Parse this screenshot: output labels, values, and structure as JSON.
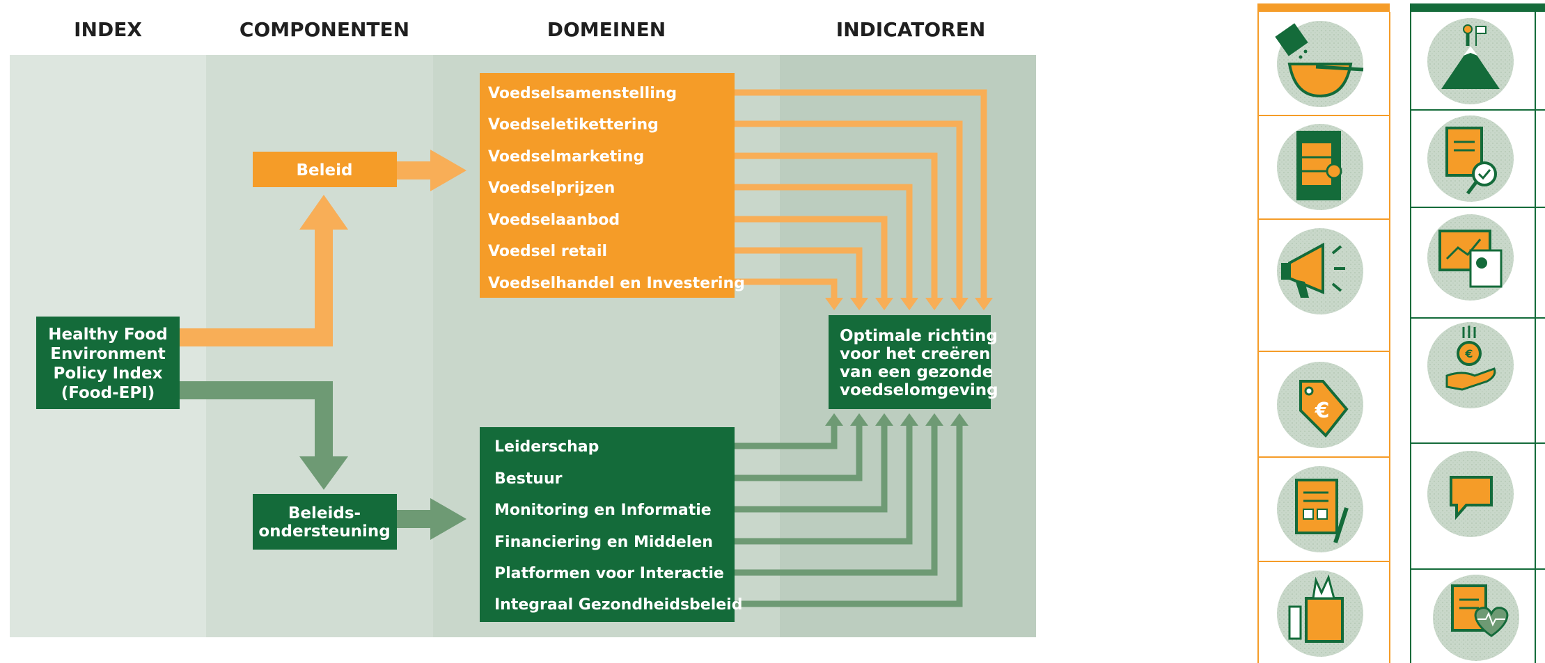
{
  "columns": {
    "index": "INDEX",
    "componenten": "COMPONENTEN",
    "domeinen": "DOMEINEN",
    "indicatoren": "INDICATOREN"
  },
  "index_box": [
    "Healthy Food",
    "Environment",
    "Policy Index",
    "(Food-EPI)"
  ],
  "components": {
    "beleid": "Beleid",
    "beleidsondersteuning": [
      "Beleids-",
      "ondersteuning"
    ]
  },
  "policy_domains": [
    "Voedselsamenstelling",
    "Voedseletikettering",
    "Voedselmarketing",
    "Voedselprijzen",
    "Voedselaanbod",
    "Voedsel retail",
    "Voedselhandel en Investering"
  ],
  "support_domains": [
    "Leiderschap",
    "Bestuur",
    "Monitoring en Informatie",
    "Financiering en Middelen",
    "Platformen voor Interactie",
    "Integraal Gezondheidsbeleid"
  ],
  "outcome_box": [
    "Optimale richting",
    "voor het creëren",
    "van een gezonde",
    "voedselomgeving"
  ],
  "icon_panel": {
    "orange_icons": [
      "food-composition-icon",
      "vending-machine-icon",
      "megaphone-icon",
      "euro-price-tag-icon",
      "checklist-document-icon",
      "grocery-bag-icon"
    ],
    "green_icons": [
      "mountain-leader-icon",
      "document-inspect-icon",
      "monitoring-presentation-icon",
      "coin-hand-icon",
      "speech-bubble-icon",
      "document-heart-icon"
    ]
  },
  "colors": {
    "orange": "#F59C28",
    "orange_light": "#F8AE57",
    "green_dark": "#146B3A",
    "green_mid": "#6E9A74",
    "band1": "#DDE6DF",
    "band2": "#D1DDD3",
    "band3": "#C5D4C8",
    "band4": "#BDCDBF"
  }
}
